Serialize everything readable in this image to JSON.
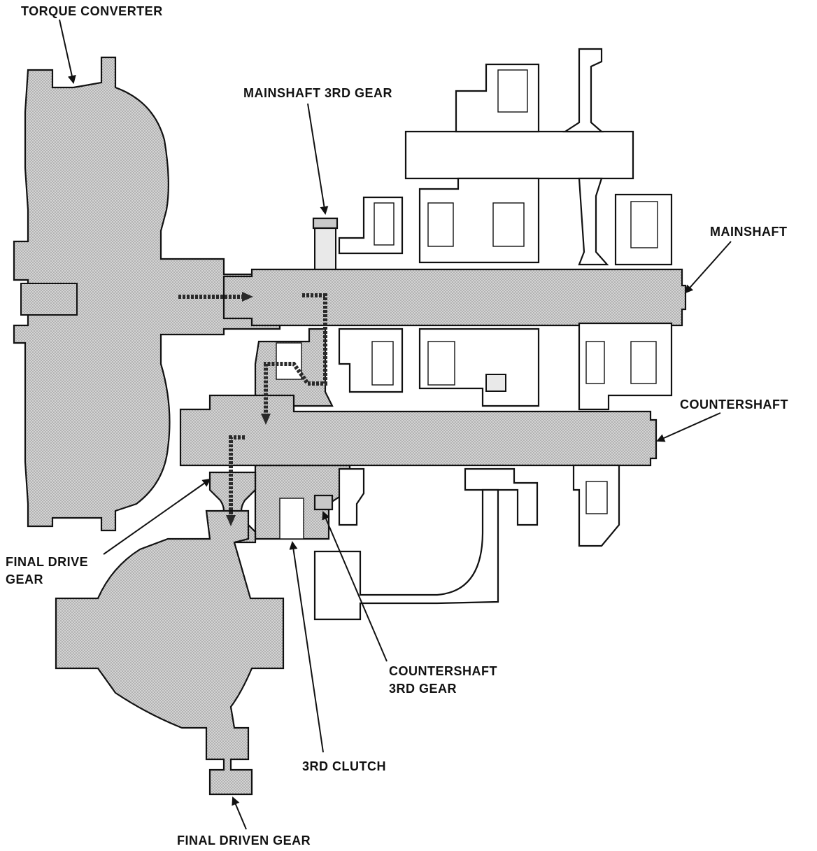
{
  "labels": {
    "torque_converter": "TORQUE CONVERTER",
    "mainshaft_3rd_gear": "MAINSHAFT 3RD GEAR",
    "mainshaft": "MAINSHAFT",
    "countershaft": "COUNTERSHAFT",
    "final_drive_gear_1": "FINAL DRIVE",
    "final_drive_gear_2": "GEAR",
    "countershaft_3rd_gear_1": "COUNTERSHAFT",
    "countershaft_3rd_gear_2": "3RD GEAR",
    "third_clutch": "3RD CLUTCH",
    "final_driven_gear": "FINAL DRIVEN GEAR"
  },
  "colors": {
    "highlight_fill": "#c9c9c9",
    "line": "#111111",
    "background": "#ffffff"
  }
}
